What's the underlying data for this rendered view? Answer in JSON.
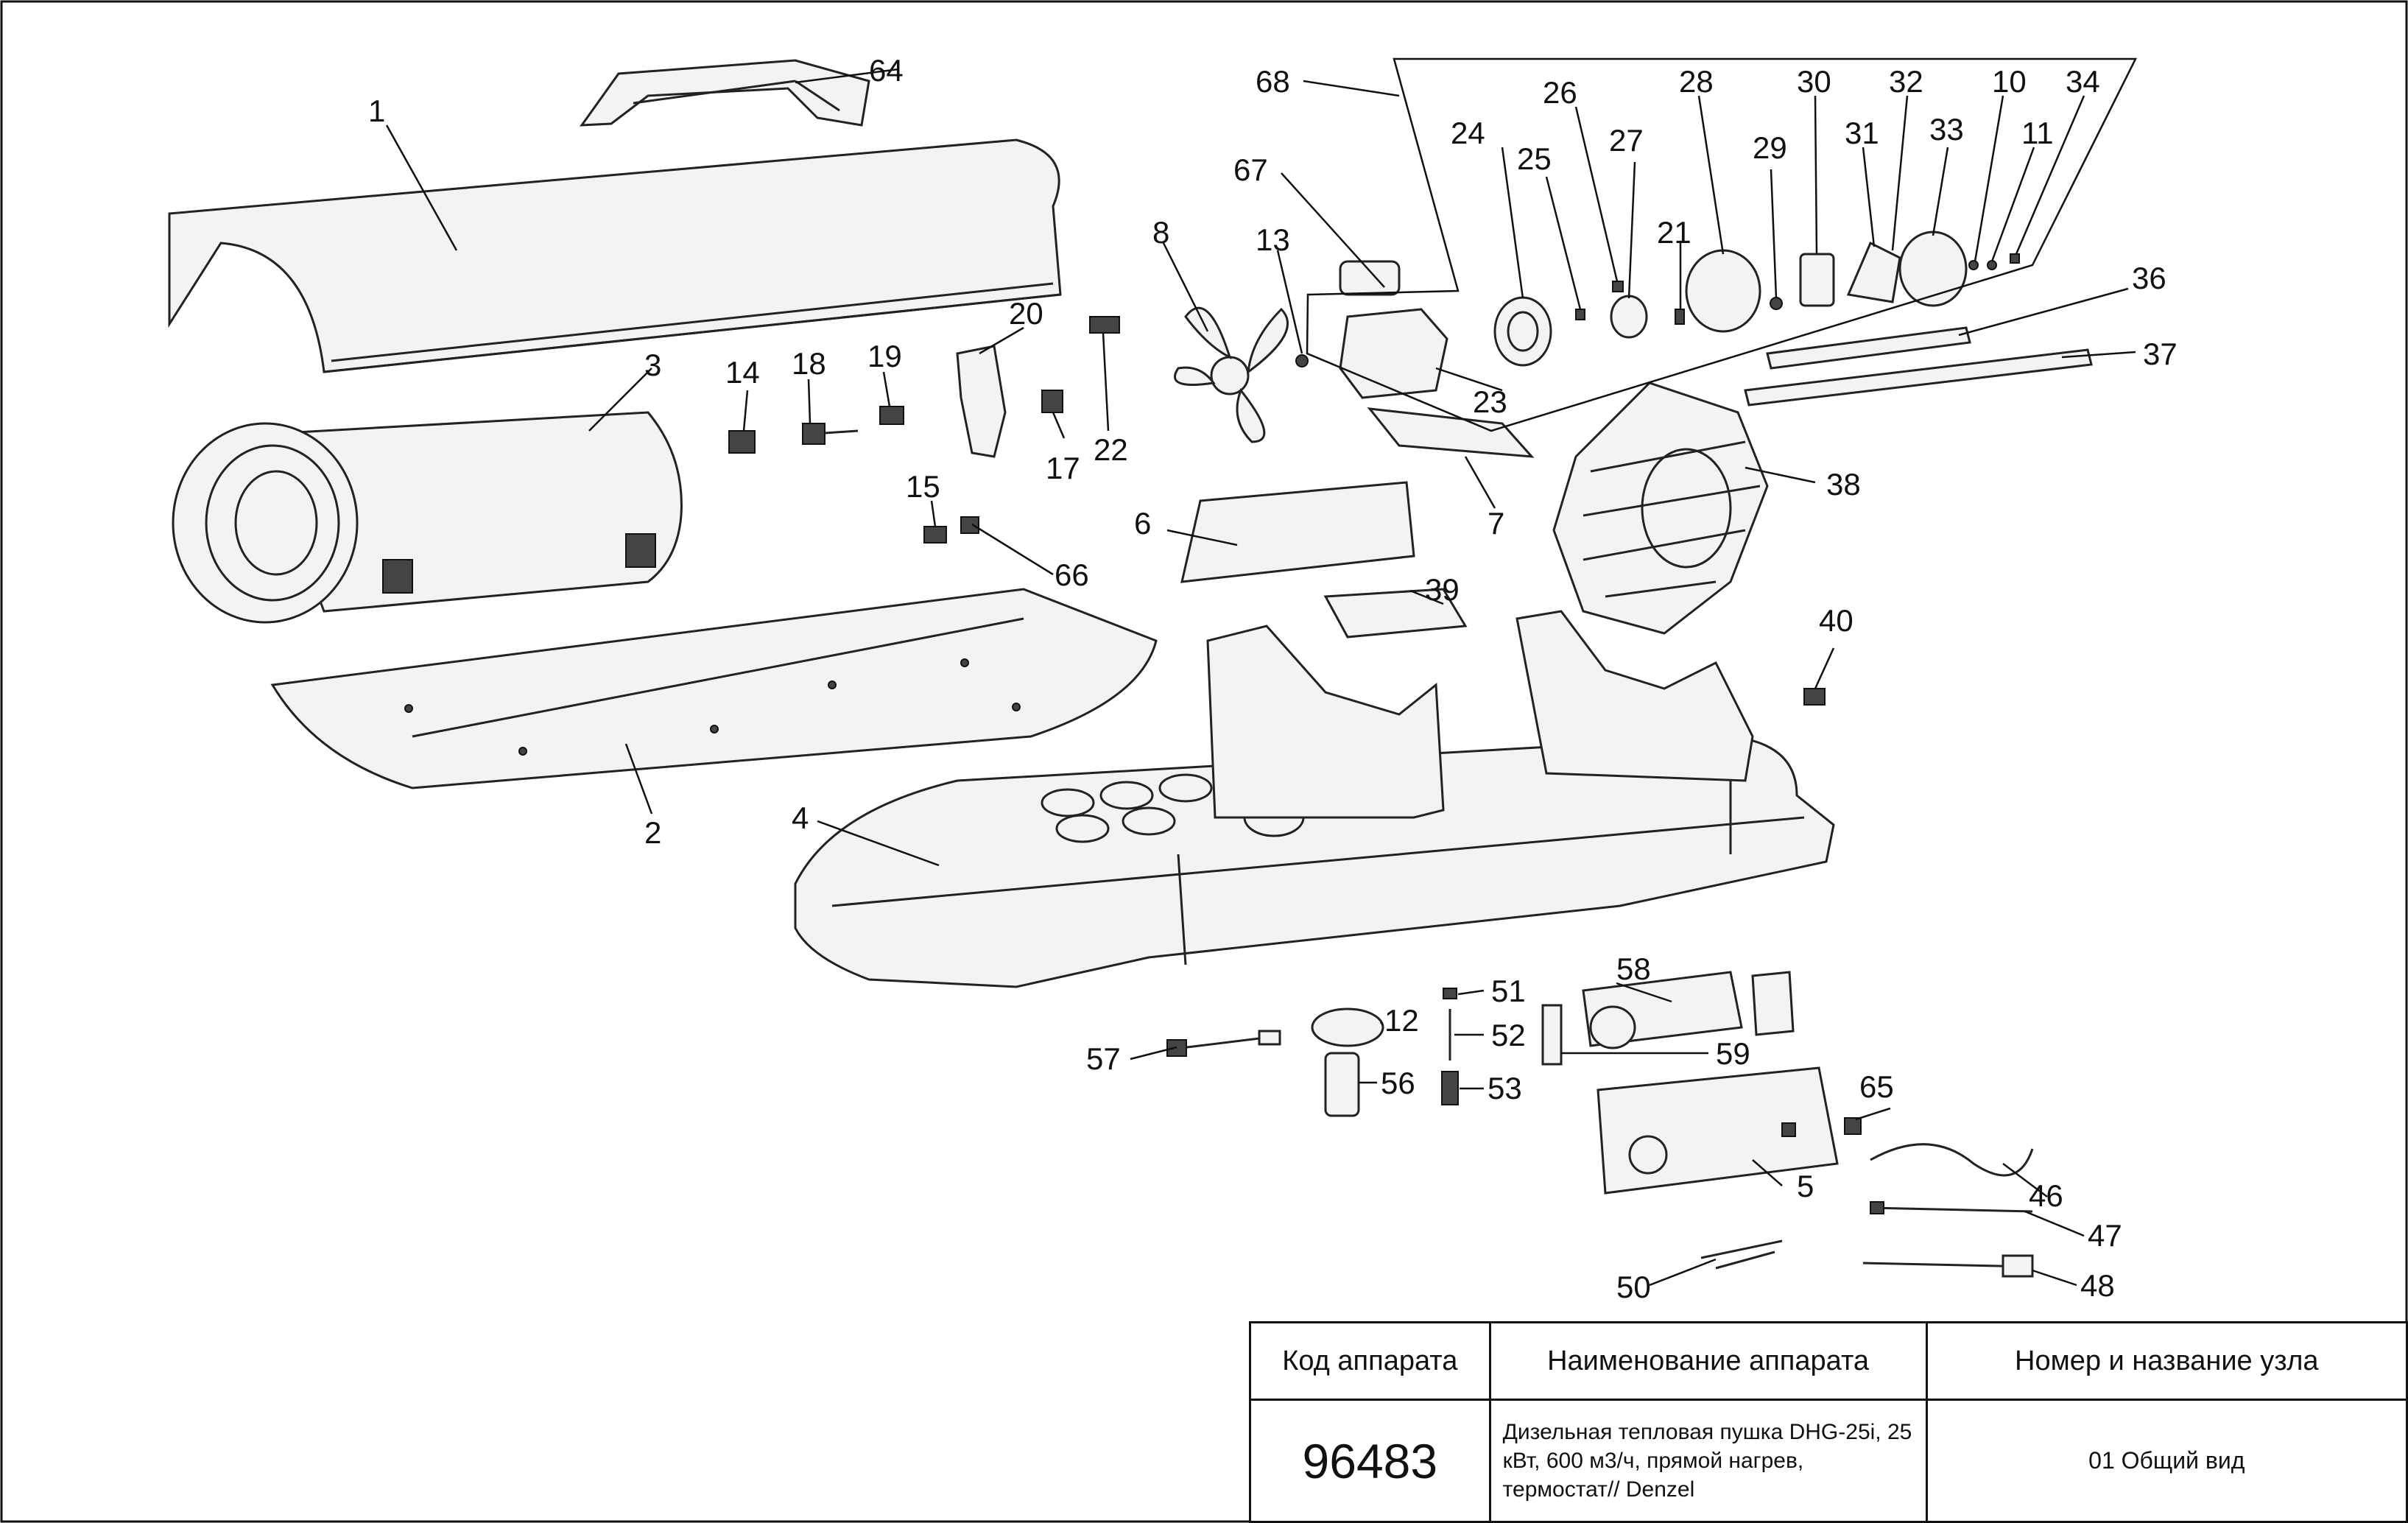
{
  "diagram": {
    "callouts": [
      "1",
      "2",
      "3",
      "4",
      "5",
      "6",
      "7",
      "8",
      "10",
      "11",
      "12",
      "13",
      "14",
      "15",
      "17",
      "18",
      "19",
      "20",
      "21",
      "22",
      "23",
      "24",
      "25",
      "26",
      "27",
      "28",
      "29",
      "30",
      "31",
      "32",
      "33",
      "34",
      "36",
      "37",
      "38",
      "39",
      "40",
      "46",
      "47",
      "48",
      "50",
      "51",
      "52",
      "53",
      "56",
      "57",
      "58",
      "59",
      "64",
      "65",
      "66",
      "67",
      "68"
    ]
  },
  "title_block": {
    "headers": {
      "code": "Код аппарата",
      "name": "Наименование аппарата",
      "node": "Номер и название узла"
    },
    "code_value": "96483",
    "name_value": "Дизельная тепловая пушка DHG-25i, 25 кВт, 600 м3/ч, прямой нагрев, термостат// Denzel",
    "node_value": "01 Общий вид"
  }
}
